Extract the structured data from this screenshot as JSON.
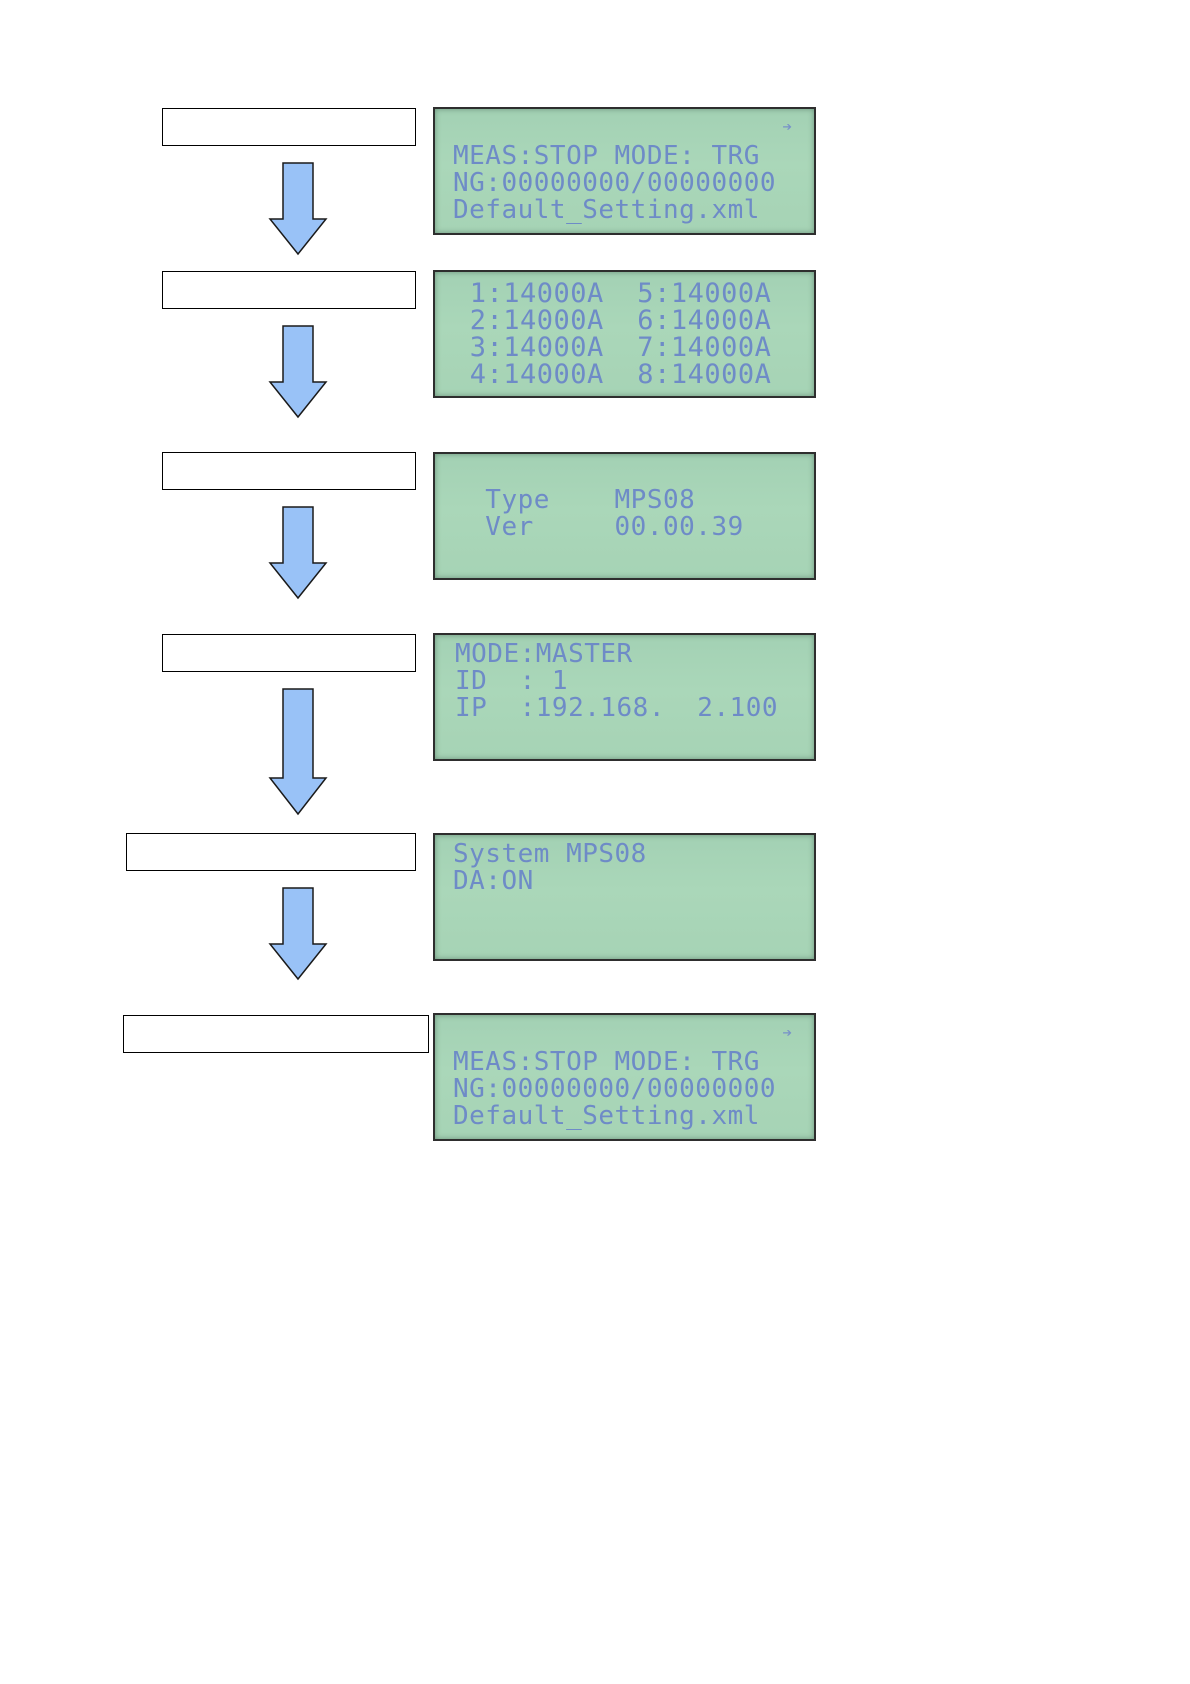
{
  "screens": [
    {
      "lines": [
        "MEAS:STOP MODE: TRG",
        "NG:00000000/00000000",
        "Default_Setting.xml"
      ],
      "corner_icon": "arrow-right-icon",
      "corner_glyph": "➔"
    },
    {
      "lines": [
        " 1:14000A  5:14000A",
        " 2:14000A  6:14000A",
        " 3:14000A  7:14000A",
        " 4:14000A  8:14000A"
      ]
    },
    {
      "lines": [
        "  Type    MPS08",
        "  Ver     00.00.39"
      ]
    },
    {
      "lines": [
        "MODE:MASTER",
        "ID  : 1",
        "IP  :192.168.  2.100"
      ]
    },
    {
      "lines": [
        "System MPS08",
        "DA:ON"
      ]
    },
    {
      "lines": [
        "MEAS:STOP MODE: TRG",
        "NG:00000000/00000000",
        "Default_Setting.xml"
      ],
      "corner_icon": "arrow-right-icon",
      "corner_glyph": "➔"
    }
  ],
  "colors": {
    "lcd_text": "#6e8bc7",
    "arrow_fill": "#99c2f7",
    "arrow_stroke": "#1a1a1a"
  }
}
